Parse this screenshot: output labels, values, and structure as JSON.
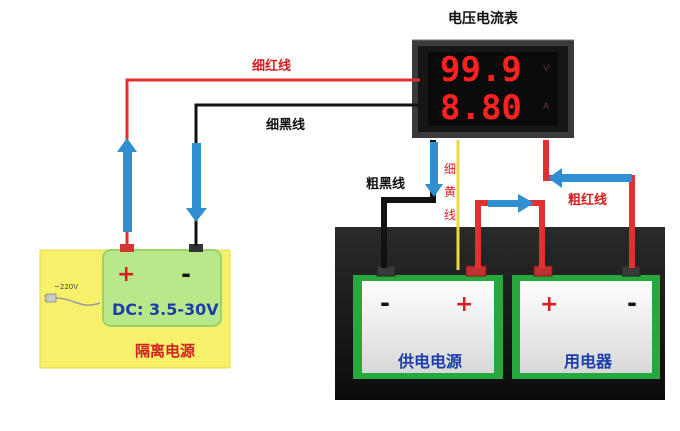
{
  "meter": {
    "title": "电压电流表",
    "voltage_reading": "99.9",
    "current_reading": "8.80",
    "voltage_unit": "V",
    "current_unit": "A"
  },
  "wires": {
    "thin_red": "细红线",
    "thin_black": "细黑线",
    "thick_black": "粗黑线",
    "thin_yellow": "细\n黄\n线",
    "thick_red": "粗红线"
  },
  "isolated_supply": {
    "label": "隔离电源",
    "plus": "+",
    "minus": "-",
    "dc_label": "DC: 3.5-30V",
    "plug_label": "~220V"
  },
  "power_source": {
    "label": "供电电源",
    "minus": "-",
    "plus": "+"
  },
  "load": {
    "label": "用电器",
    "plus": "+",
    "minus": "-"
  },
  "colors": {
    "red_wire": "#e03030",
    "black_wire": "#111111",
    "yellow_wire": "#e8d84a",
    "arrow_blue": "#2f8fd0",
    "supply_panel": "#f7f06b",
    "module_green": "#b9e88a",
    "led_red": "#ff2020",
    "text_red": "#d42020",
    "text_blue": "#1d3ea8"
  }
}
